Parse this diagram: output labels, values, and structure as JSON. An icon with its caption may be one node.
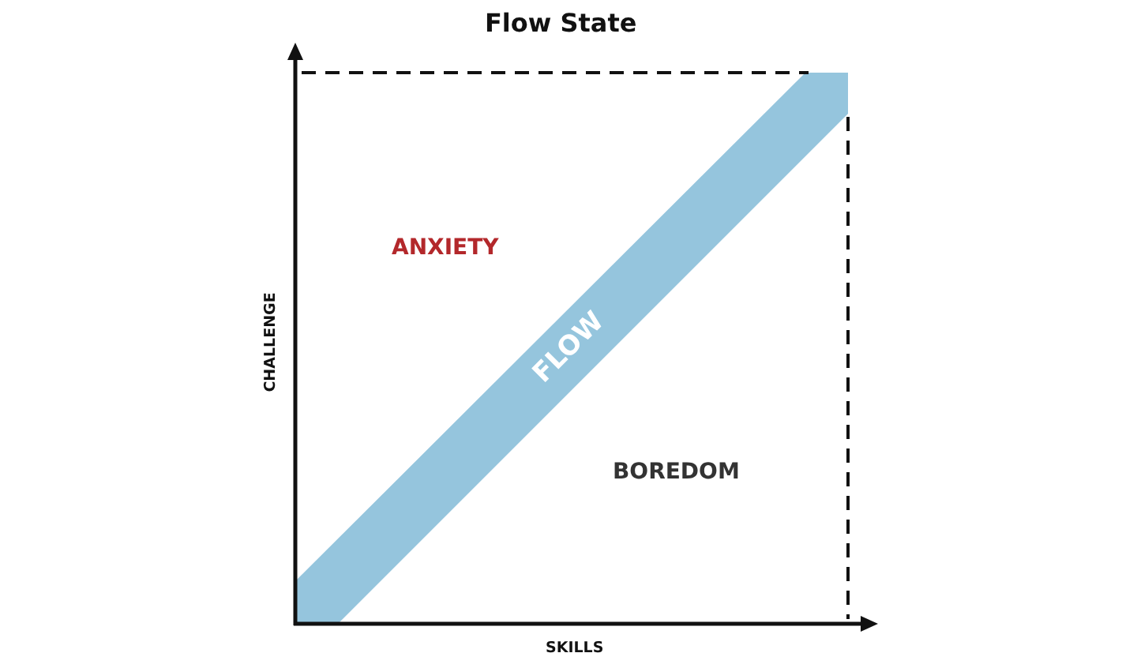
{
  "diagram": {
    "title": "Flow State",
    "nodes": [
      {
        "text": [
          "FLOW"
        ]
      }
    ],
    "labels": [
      "ANXIETY",
      "BOREDOM",
      "CHALLENGE",
      "SKILLS"
    ]
  }
}
